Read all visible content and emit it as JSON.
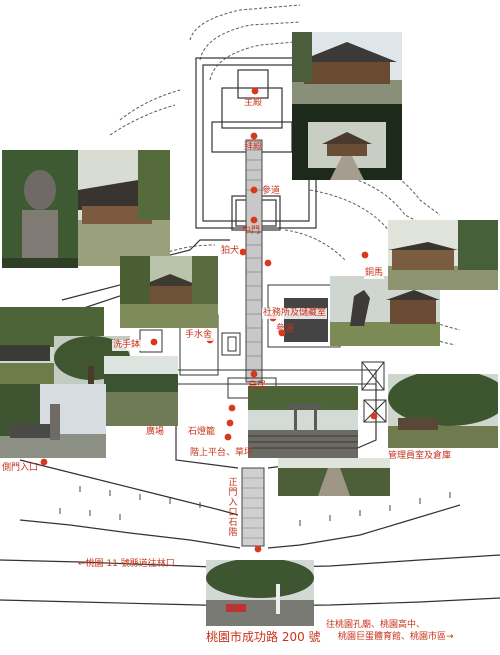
{
  "colors": {
    "accent": "#c8331b",
    "line": "#3a3a3a",
    "road": "#555555",
    "paved": "#bdbdbd"
  },
  "labels": {
    "main_hall": "主殿",
    "worship_hall": "拜殿",
    "approach_upper": "參道",
    "middle_gate": "中門",
    "lion": "狛犬",
    "shrine_office": "社務所及儲藏室",
    "approach_lower": "參道",
    "horse": "銅馬",
    "wash_pavilion": "手水舍",
    "wash_basin": "洗手鉢",
    "torii": "鳥居",
    "plaza": "廣場",
    "stone_lantern": "石燈籠",
    "platform": "階上平台、草坪",
    "mgmt_office": "管理員室及倉庫",
    "side_gate": "側門入口",
    "main_entrance": "正門入口石階",
    "road_left": "←桃園 11 號縣道往林口",
    "road_right_1": "往桃園孔廟、桃園高中、",
    "road_right_2": "桃園巨蛋體育館、桃園市區→",
    "address": "桃園市成功路 200 號"
  },
  "icons": [
    "map-marker-icon"
  ]
}
